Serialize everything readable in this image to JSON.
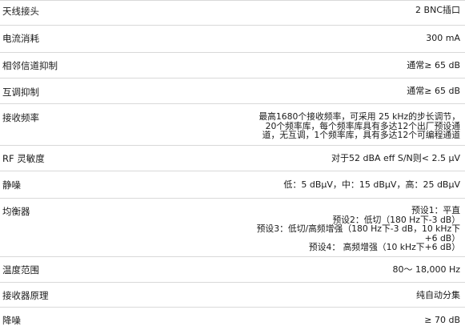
{
  "specs": [
    {
      "label": "天线接头",
      "value": [
        "2 BNC插口"
      ]
    },
    {
      "label": "电流消耗",
      "value": [
        "300 mA"
      ]
    },
    {
      "label": "相邻信道抑制",
      "value": [
        "通常≥ 65 dB"
      ]
    },
    {
      "label": "互调抑制",
      "value": [
        "通常≥ 65 dB"
      ]
    },
    {
      "label": "接收频率",
      "value": [
        "最高1680个接收频率，可采用 25 kHz的步长调节，",
        "20个频率库，每个频率库具有多达12个出厂预设通",
        "道，无互调，1个频率库，具有多达12个可编程通道"
      ]
    },
    {
      "label": "RF 灵敏度",
      "value": [
        "对于52 dBA eff S/N则< 2.5 μV"
      ]
    },
    {
      "label": "静噪",
      "value": [
        "低：5 dBμV，中：15 dBμV，高：25 dBμV"
      ]
    },
    {
      "label": "均衡器",
      "value": [
        "预设1：平直",
        "预设2：低切（180 Hz下-3 dB）",
        "预设3：低切/高频增强（180 Hz下-3 dB，10 kHz下",
        "+6 dB）",
        "预设4：  高频增强（10 kHz下+6 dB）"
      ]
    },
    {
      "label": "温度范围",
      "value": [
        "80～ 18,000 Hz"
      ]
    },
    {
      "label": "接收器原理",
      "value": [
        "纯自动分集"
      ]
    },
    {
      "label": "降噪",
      "value": [
        "≥ 70 dB"
      ]
    }
  ]
}
